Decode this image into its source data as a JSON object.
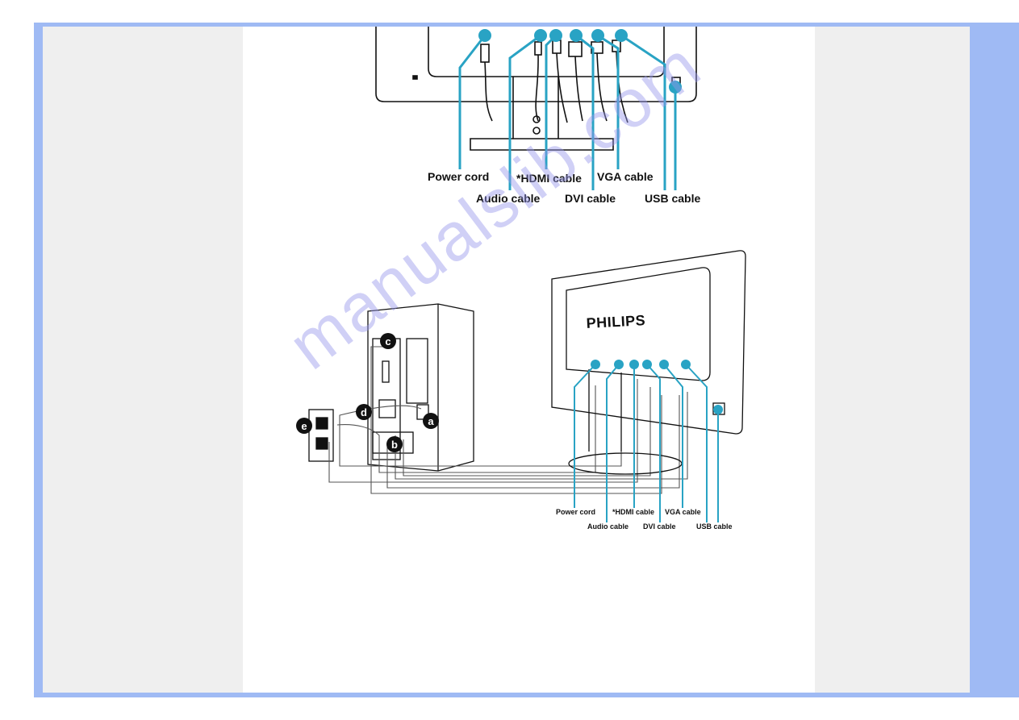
{
  "watermark": "manualslib.com",
  "brand": "PHILIPS",
  "top_labels": {
    "power": "Power cord",
    "audio": "Audio cable",
    "hdmi": "*HDMI cable",
    "dvi": "DVI cable",
    "vga": "VGA cable",
    "usb": "USB cable"
  },
  "bottom_labels": {
    "power": "Power cord",
    "audio": "Audio cable",
    "hdmi": "*HDMI cable",
    "dvi": "DVI cable",
    "vga": "VGA cable",
    "usb": "USB cable"
  },
  "markers": [
    "a",
    "b",
    "c",
    "d",
    "e"
  ],
  "colors": {
    "frame": "#9fbaf4",
    "panel": "#efefef",
    "callout": "#29a3c4"
  }
}
